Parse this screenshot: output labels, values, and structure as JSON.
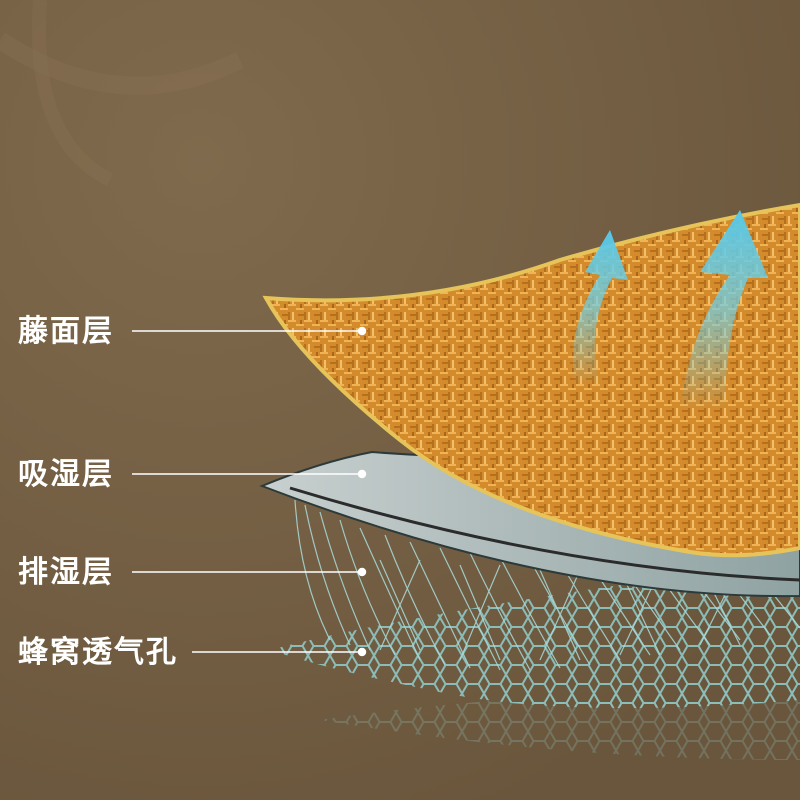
{
  "layers": [
    {
      "label": "藤面层"
    },
    {
      "label": "吸湿层"
    },
    {
      "label": "排湿层"
    },
    {
      "label": "蜂窝透气孔"
    }
  ],
  "colors": {
    "background": "#6e5a40",
    "rattan": "#d9922f",
    "rattan_edge": "#e6c45a",
    "absorb_layer": "#a7b6b5",
    "mesh": "#9fd6d8",
    "arrow": "#6fd2ea",
    "leader_line": "#ffffff"
  },
  "icons": [
    "airflow-arrow-icon"
  ]
}
